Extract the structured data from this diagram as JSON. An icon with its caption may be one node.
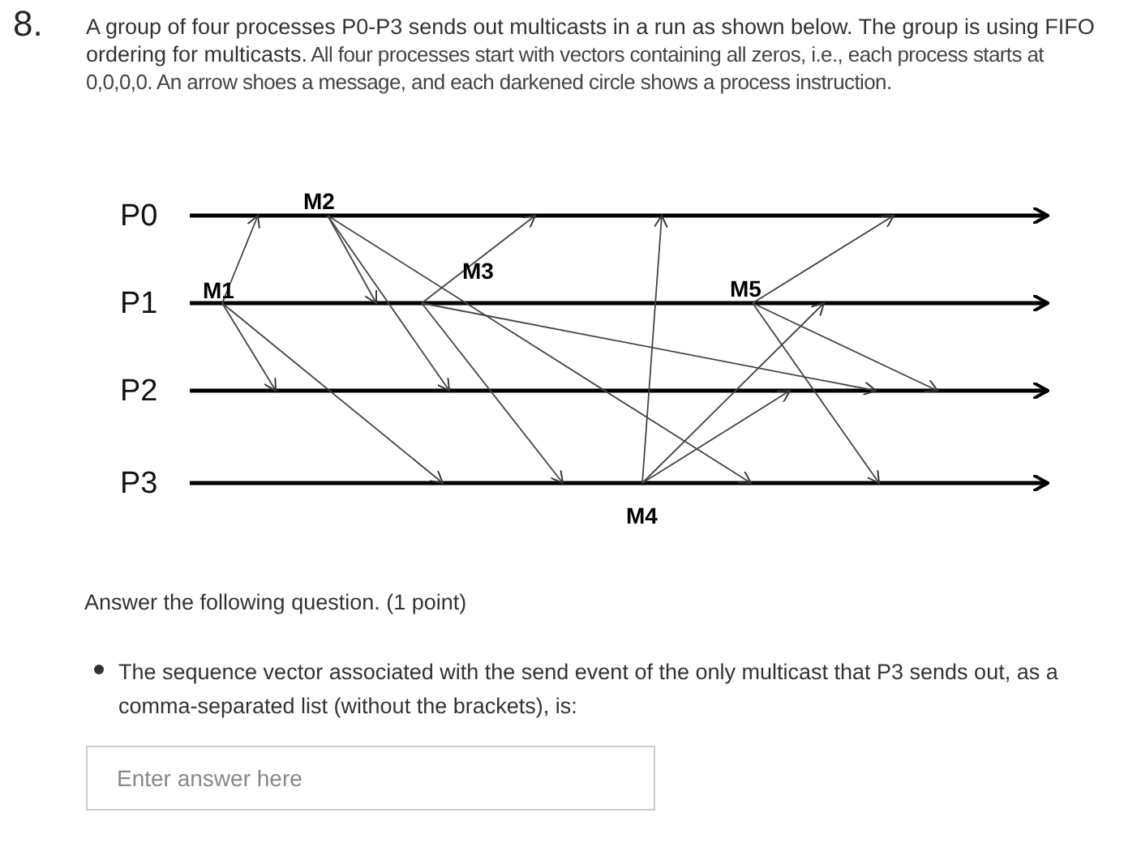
{
  "diagram": {
    "labels": [
      "8.",
      "A group of four processes P0-P3 sends out multicasts in a run as shown below. The group is using FIFO ordering for multicasts.",
      "All four processes start with vectors containing all zeros, i.e., each process starts at 0,0,0,0. An arrow shoes a message, and each darkened circle shows a process instruction.",
      "P0",
      "P1",
      "P2",
      "P3",
      "M1",
      "M2",
      "M3",
      "M4",
      "M5",
      "Answer the following question. (1 point)",
      "The sequence vector associated with the send event of the only multicast that P3 sends out, as a comma-separated list (without the brackets), is:",
      "Enter answer here"
    ]
  }
}
